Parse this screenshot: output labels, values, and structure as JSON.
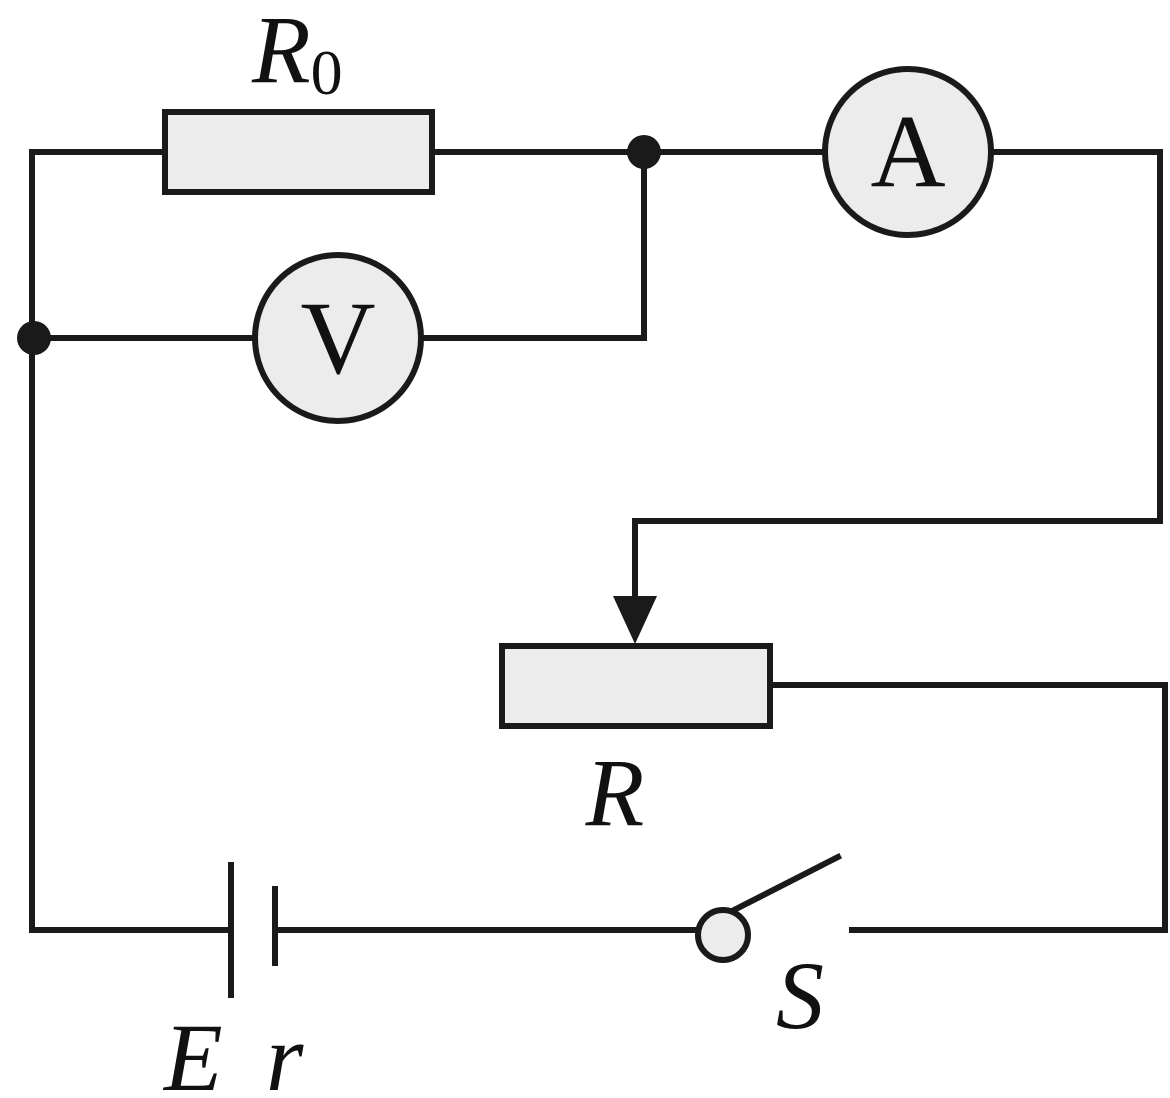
{
  "diagram": {
    "components": {
      "fixed_resistor": {
        "label": "R",
        "subscript": "0"
      },
      "ammeter": {
        "symbol": "A"
      },
      "voltmeter": {
        "symbol": "V"
      },
      "rheostat": {
        "label": "R"
      },
      "switch": {
        "label": "S"
      },
      "battery": {
        "emf_label": "E",
        "internal_resistance_label": "r"
      }
    }
  }
}
